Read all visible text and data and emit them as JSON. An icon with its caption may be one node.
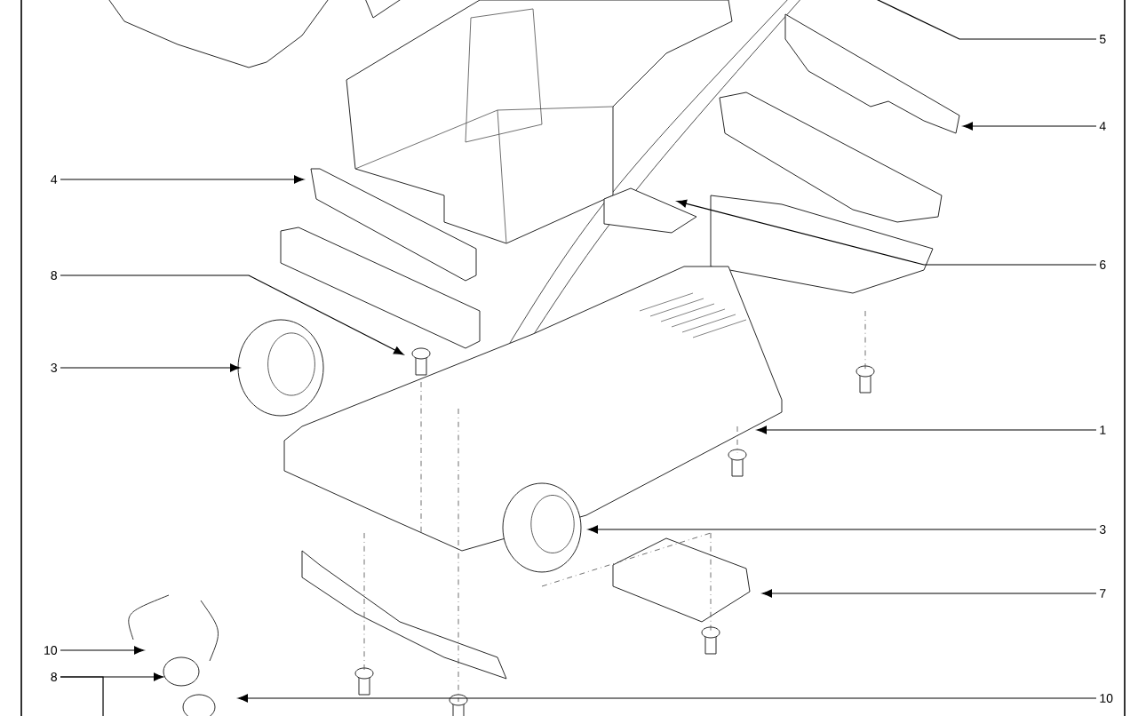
{
  "diagram": {
    "nodes": [
      {
        "text": [
          "5"
        ]
      },
      {
        "text": [
          "4"
        ]
      },
      {
        "text": [
          "4"
        ]
      },
      {
        "text": [
          "6"
        ]
      },
      {
        "text": [
          "8"
        ]
      },
      {
        "text": [
          "3"
        ]
      },
      {
        "text": [
          "1"
        ]
      },
      {
        "text": [
          "3"
        ]
      },
      {
        "text": [
          "7"
        ]
      },
      {
        "text": [
          "10"
        ]
      },
      {
        "text": [
          "8"
        ]
      },
      {
        "text": [
          "10"
        ]
      }
    ],
    "edges": [
      {
        "from": 0,
        "to": null,
        "arrow": "none"
      },
      {
        "from": 1,
        "to": null,
        "arrow": "to"
      },
      {
        "from": 2,
        "to": null,
        "arrow": "to"
      },
      {
        "from": 3,
        "to": null,
        "arrow": "to"
      },
      {
        "from": 4,
        "to": null,
        "arrow": "to"
      },
      {
        "from": 5,
        "to": null,
        "arrow": "to"
      },
      {
        "from": 6,
        "to": null,
        "arrow": "to"
      },
      {
        "from": 7,
        "to": null,
        "arrow": "to"
      },
      {
        "from": 8,
        "to": null,
        "arrow": "to"
      },
      {
        "from": 9,
        "to": null,
        "arrow": "to"
      },
      {
        "from": 10,
        "to": null,
        "arrow": "to"
      },
      {
        "from": 10,
        "to": null,
        "arrow": "none"
      },
      {
        "from": 11,
        "to": null,
        "arrow": "to"
      }
    ]
  }
}
